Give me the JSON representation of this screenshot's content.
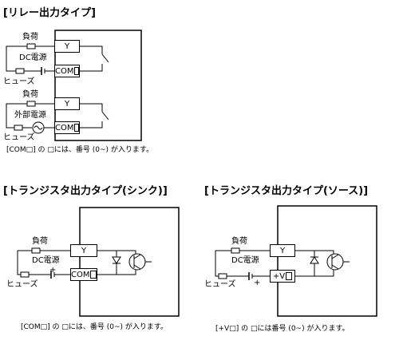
{
  "relay": {
    "title": "[リレー出力タイプ]",
    "load1": "負荷",
    "dc_power": "DC電源",
    "fuse1": "ヒューズ",
    "y1": "Y",
    "com1": "COM",
    "load2": "負荷",
    "ext_power": "外部電源",
    "fuse2": "ヒューズ",
    "y2": "Y",
    "com2": "COM",
    "note": "[COM□] の □には、番号 (0~) が入ります。"
  },
  "sink": {
    "title": "[トランジスタ出力タイプ(シンク)]",
    "load": "負荷",
    "dc_power": "DC電源",
    "plus": "+",
    "fuse": "ヒューズ",
    "y": "Y",
    "com": "COM",
    "note": "[COM□] の □には、番号 (0~) が入ります。"
  },
  "source": {
    "title": "[トランジスタ出力タイプ(ソース)]",
    "load": "負荷",
    "dc_power": "DC電源",
    "plus": "+",
    "fuse": "ヒューズ",
    "y": "Y",
    "vplus": "+V",
    "note": "[+V□] の □には番号 (0~) が入ります。"
  }
}
